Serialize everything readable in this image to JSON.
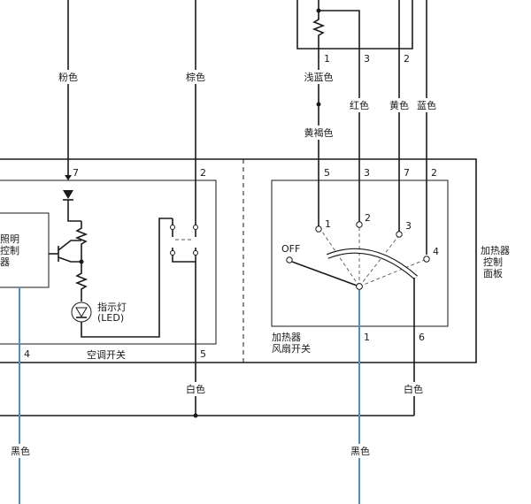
{
  "colors": {
    "wire": "#1a1a1a",
    "blue_wire": "#4a8fc9",
    "background": "#ffffff"
  },
  "wire_colors": {
    "pink": "粉色",
    "brown": "棕色",
    "light_blue": "浅蓝色",
    "red": "红色",
    "yellow": "黄色",
    "blue": "蓝色",
    "yellow_brown": "黄褐色",
    "white_left": "白色",
    "white_right": "白色",
    "black_left": "黑色",
    "black_right": "黑色"
  },
  "pins": {
    "top_1": "1",
    "top_3": "3",
    "top_2": "2",
    "ac_7": "7",
    "ac_2": "2",
    "ac_4": "4",
    "ac_5": "5",
    "hp_5": "5",
    "hp_3": "3",
    "hp_7": "7",
    "hp_2": "2",
    "fan_1": "1",
    "fan_6": "6"
  },
  "blocks": {
    "illumination_control": [
      "照明",
      "控制",
      "器"
    ],
    "indicator": [
      "指示灯",
      "(LED)"
    ],
    "ac_switch": "空调开关",
    "heater_panel": [
      "加热器",
      "控制",
      "面板"
    ],
    "fan_switch": [
      "加热器",
      "风扇开关"
    ]
  },
  "fan_positions": {
    "off": "OFF",
    "p1": "1",
    "p2": "2",
    "p3": "3",
    "p4": "4"
  }
}
